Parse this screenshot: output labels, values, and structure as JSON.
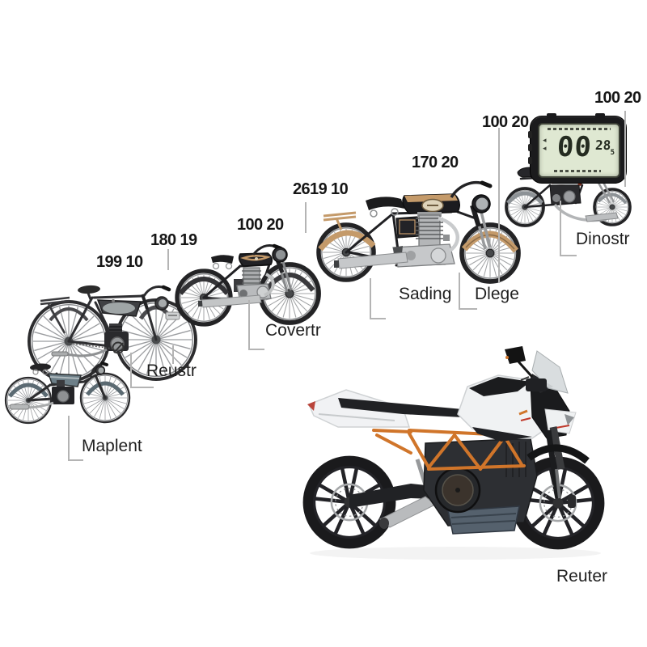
{
  "colors": {
    "label_dark": "#161616",
    "name_dark": "#1f1f1f",
    "connector": "#b4b4b4",
    "tan_accent": "#c49a6a",
    "rust_tank": "#a84028",
    "orange_frame": "#d0752a",
    "lcd_green": "#dfe8d2"
  },
  "year_labels": {
    "motorized_bicycle": "199 10",
    "reustr_area": "180 19",
    "covertr_bike": "100 20",
    "sading_bike": "2619 10",
    "classic_front": "170 20",
    "speedometer": "100 20",
    "top_right": "100 20"
  },
  "model_labels": {
    "maplent": "Maplent",
    "reustr": "Reustr",
    "covertr": "Covertr",
    "sading": "Sading",
    "dlege": "Dlege",
    "dinostr": "Dinostr",
    "reuter": "Reuter"
  },
  "speedometer": {
    "main_value": "00",
    "secondary_value": "28",
    "sub_value": "5"
  }
}
